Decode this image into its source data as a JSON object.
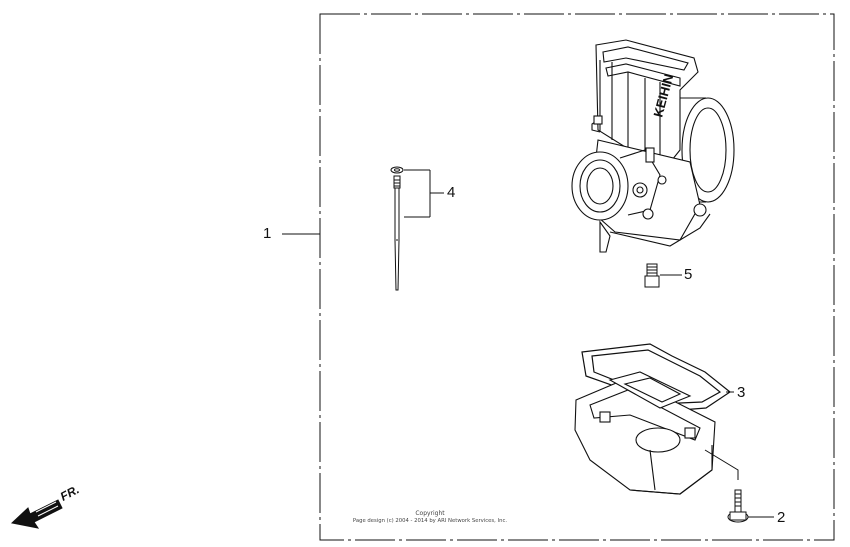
{
  "callouts": {
    "c1": "1",
    "c2": "2",
    "c3": "3",
    "c4": "4",
    "c5": "5"
  },
  "direction": {
    "label": "FR.",
    "icon": "front-direction-arrow-icon"
  },
  "copyright": {
    "line1": "Copyright",
    "line2": "Page design (c) 2004 - 2014 by ARI Network Services, Inc."
  },
  "carb_marking": "KEIHIN",
  "colors": {
    "ink": "#111111",
    "paper": "#ffffff"
  }
}
